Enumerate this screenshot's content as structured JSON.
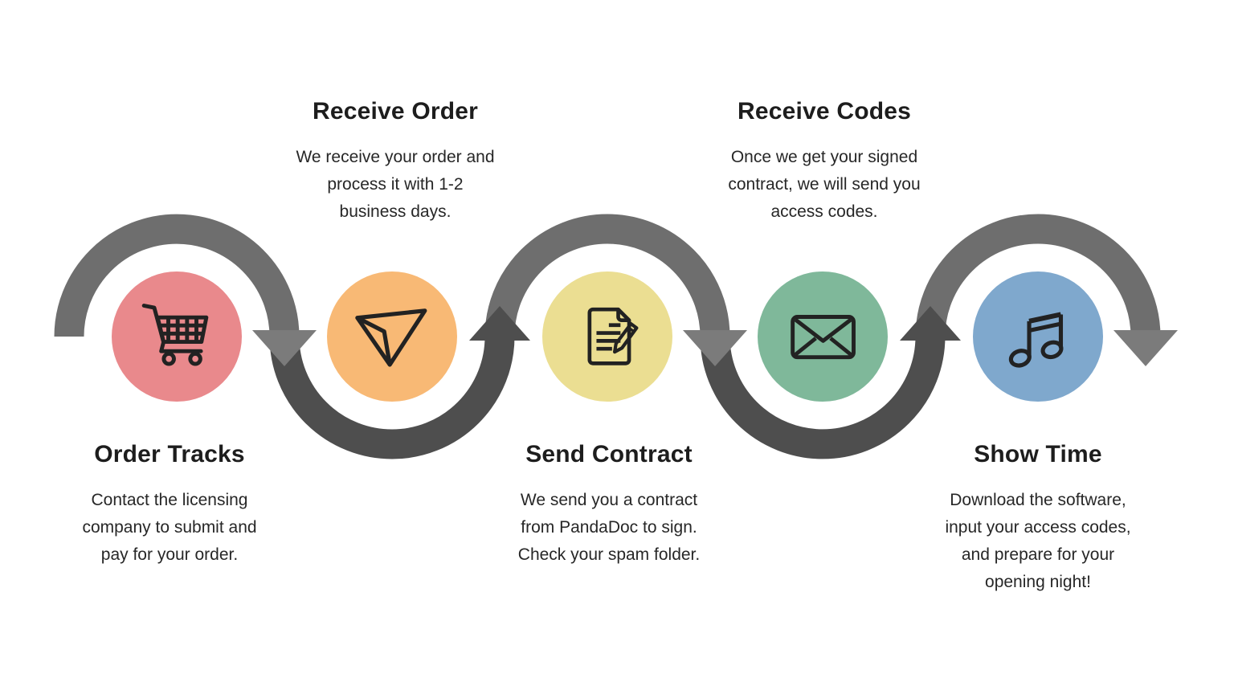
{
  "page": {
    "background": "#ffffff"
  },
  "flow": {
    "colors": {
      "arc_top": "#6e6e6e",
      "arc_bottom": "#4e4e4e",
      "arrow_down": "#7b7b7b",
      "arrow_up": "#4e4e4e",
      "icon_stroke": "#222222",
      "title_text": "#1d1d1d",
      "body_text": "#272727"
    }
  },
  "steps": [
    {
      "title": "Order Tracks",
      "description": "Contact the licensing\ncompany to submit and\npay for your order.",
      "circle_color": "#e9898c",
      "icon": "shopping-cart",
      "text_position": "below"
    },
    {
      "title": "Receive Order",
      "description": "We receive your order and\nprocess it with 1-2\nbusiness days.",
      "circle_color": "#f8b975",
      "icon": "paper-plane",
      "text_position": "above"
    },
    {
      "title": "Send Contract",
      "description": "We send you a contract\nfrom PandaDoc to sign.\nCheck your spam folder.",
      "circle_color": "#ebde92",
      "icon": "contract-document",
      "text_position": "below"
    },
    {
      "title": "Receive Codes",
      "description": "Once we get your signed\ncontract, we will send you\naccess codes.",
      "circle_color": "#7fb89a",
      "icon": "envelope",
      "text_position": "above"
    },
    {
      "title": "Show Time",
      "description": "Download the software,\ninput your access codes,\nand prepare for your\nopening night!",
      "circle_color": "#7fa8cd",
      "icon": "music-note",
      "text_position": "below"
    }
  ]
}
